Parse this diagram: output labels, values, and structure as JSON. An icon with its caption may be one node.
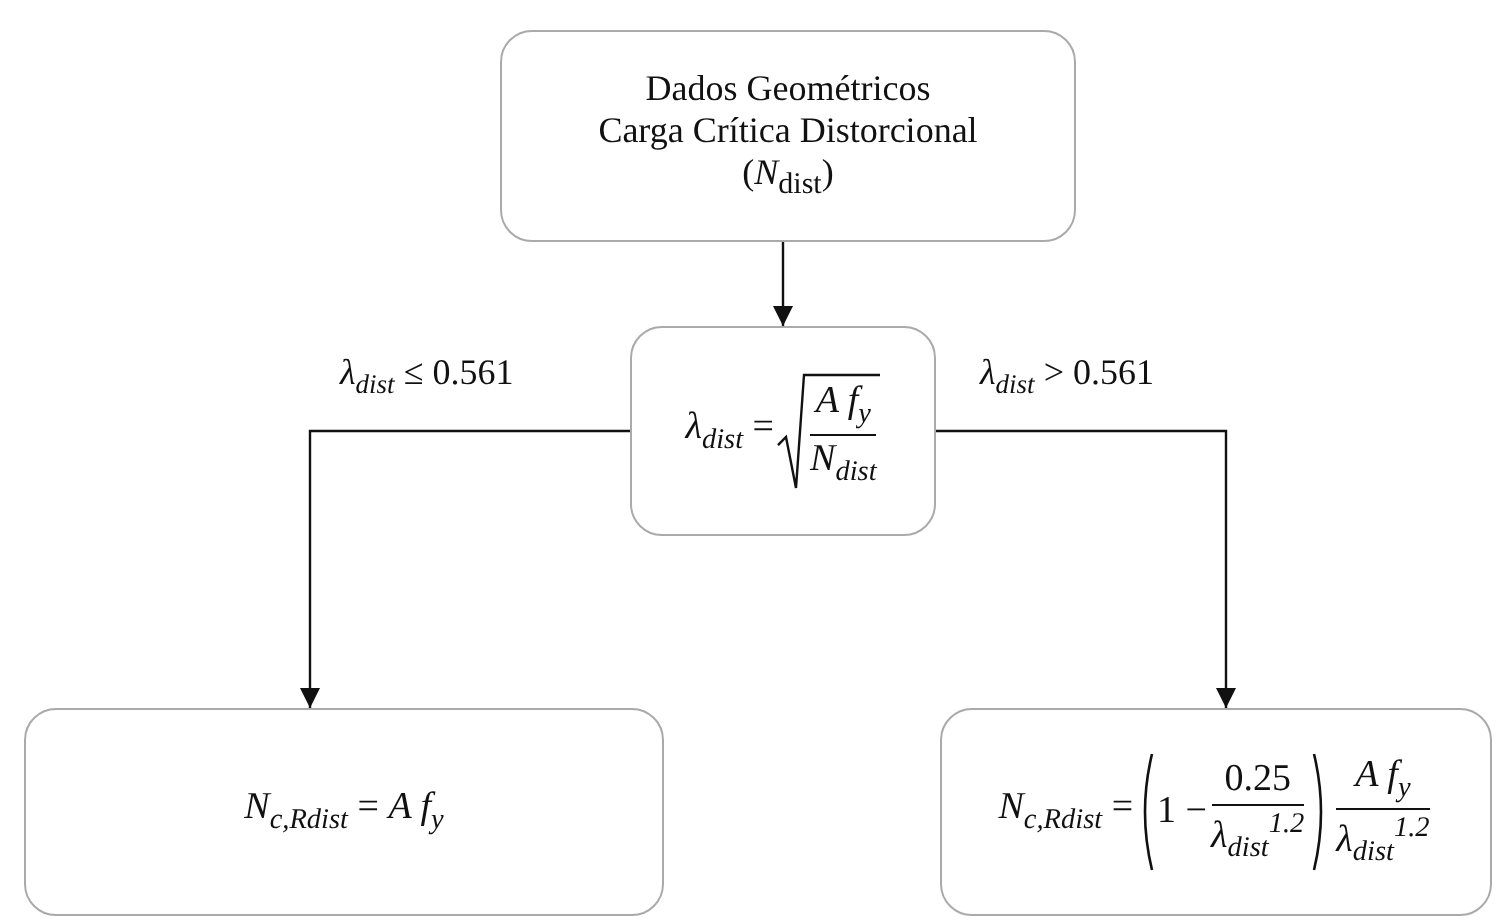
{
  "diagram": {
    "nodes": [
      {
        "text": [
          "Dados Geométricos",
          "Carga Crítica Distorcional",
          "(*N*$_{dist}$)"
        ]
      },
      {
        "text": [
          "*λ*$_{dist}$ =",
          "*A f*$_{y}$",
          "*N*$_{dist}$"
        ]
      },
      {
        "text": [
          "*N*$_{c,Rdist}$ = *A f*$_{y}$"
        ]
      },
      {
        "text": [
          "*N*$_{c,Rdist}$ =",
          "1 −",
          "0.25",
          "*λ*$_{dist}$$^{1.2}$",
          "*A f*$_{y}$",
          "*λ*$_{dist}$$^{1.2}$"
        ]
      }
    ],
    "edges": [
      {
        "from": 0,
        "to": 1,
        "arrow": "to"
      },
      {
        "from": 1,
        "to": 2,
        "arrow": "to",
        "label": "*λ*$_{dist}$ ≤ 0.561"
      },
      {
        "from": 1,
        "to": 3,
        "arrow": "to",
        "label": "*λ*$_{dist}$ > 0.561"
      }
    ]
  }
}
